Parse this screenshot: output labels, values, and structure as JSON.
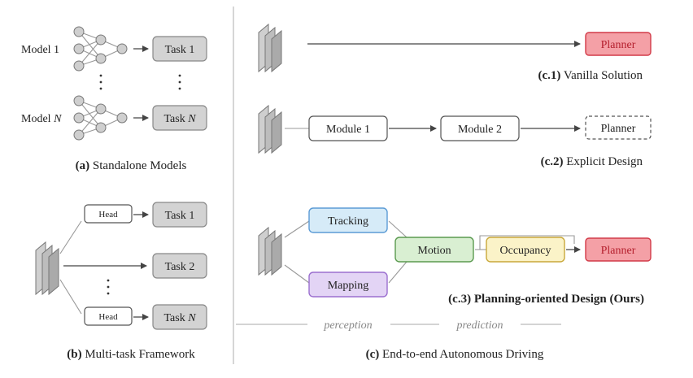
{
  "panel_a": {
    "model_1": "Model 1",
    "model_n_prefix": "Model ",
    "model_n_suffix": "N",
    "task_1": "Task 1",
    "task_n_prefix": "Task ",
    "task_n_suffix": "N",
    "caption_tag": "(a)",
    "caption_text": " Standalone Models"
  },
  "panel_b": {
    "head_1": "Head",
    "head_n": "Head",
    "task_1": "Task 1",
    "task_2": "Task 2",
    "task_n_prefix": "Task ",
    "task_n_suffix": "N",
    "caption_tag": "(b)",
    "caption_text": " Multi-task Framework"
  },
  "panel_c1": {
    "planner": "Planner",
    "caption_tag": "(c.1)",
    "caption_text": " Vanilla Solution"
  },
  "panel_c2": {
    "module_1": "Module 1",
    "module_2": "Module 2",
    "planner": "Planner",
    "caption_tag": "(c.2)",
    "caption_text": " Explicit Design"
  },
  "panel_c3": {
    "tracking": "Tracking",
    "mapping": "Mapping",
    "motion": "Motion",
    "occupancy": "Occupancy",
    "planner": "Planner",
    "caption": "(c.3) Planning-oriented Design (Ours)"
  },
  "stages": {
    "perception": "perception",
    "prediction": "prediction"
  },
  "panel_c": {
    "caption_tag": "(c)",
    "caption_text": " End-to-end Autonomous Driving"
  },
  "colors": {
    "task_fill": "#d3d3d3",
    "planner_fill": "#f4a0a6",
    "planner_stroke": "#d23a48",
    "tracking_fill": "#d6ebf8",
    "tracking_stroke": "#5b9bd5",
    "mapping_fill": "#e3d4f5",
    "mapping_stroke": "#9b6fcf",
    "motion_fill": "#d9efd2",
    "motion_stroke": "#5a9a4f",
    "occupancy_fill": "#fbf3c8",
    "occupancy_stroke": "#c9a83a"
  }
}
